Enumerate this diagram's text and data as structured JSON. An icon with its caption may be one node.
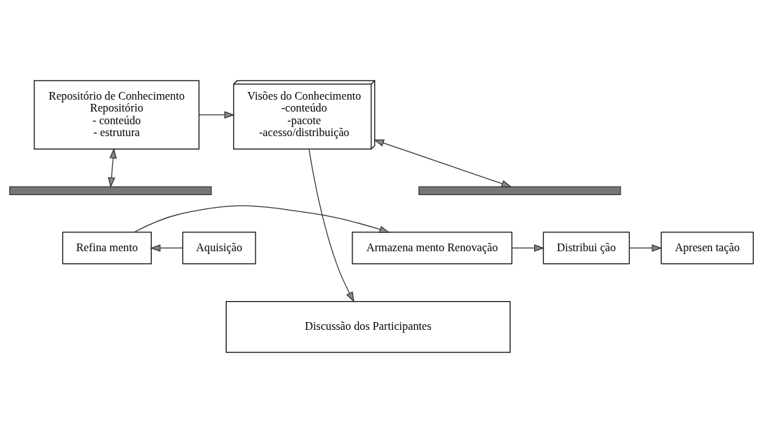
{
  "diagram": {
    "nodes": [
      {
        "text": [
          "Repositório de Conhecimento",
          "Repositório",
          "- conteúdo",
          "- estrutura"
        ]
      },
      {
        "text": [
          "Visões do Conhecimento",
          "-conteúdo",
          "-pacote",
          "-acesso/distribuição"
        ]
      },
      {
        "text": [],
        "shape": "bar"
      },
      {
        "text": [],
        "shape": "bar"
      },
      {
        "text": [
          "Aquisição"
        ]
      },
      {
        "text": [
          "Refina mento"
        ]
      },
      {
        "text": [
          "Armazena mento Renovação"
        ]
      },
      {
        "text": [
          "Distribui ção"
        ]
      },
      {
        "text": [
          "Apresen tação"
        ]
      },
      {
        "text": [
          "Discussão dos Participantes"
        ]
      }
    ],
    "edges": [
      {
        "from": 0,
        "to": 1,
        "arrow": "to"
      },
      {
        "from": 0,
        "to": 2,
        "arrow": "both"
      },
      {
        "from": 1,
        "to": 3,
        "arrow": "both"
      },
      {
        "from": 4,
        "to": 5,
        "arrow": "to"
      },
      {
        "from": 5,
        "to": 6,
        "arrow": "to"
      },
      {
        "from": 6,
        "to": 7,
        "arrow": "to"
      },
      {
        "from": 7,
        "to": 8,
        "arrow": "to"
      },
      {
        "from": 1,
        "to": 9,
        "arrow": "to"
      }
    ]
  }
}
